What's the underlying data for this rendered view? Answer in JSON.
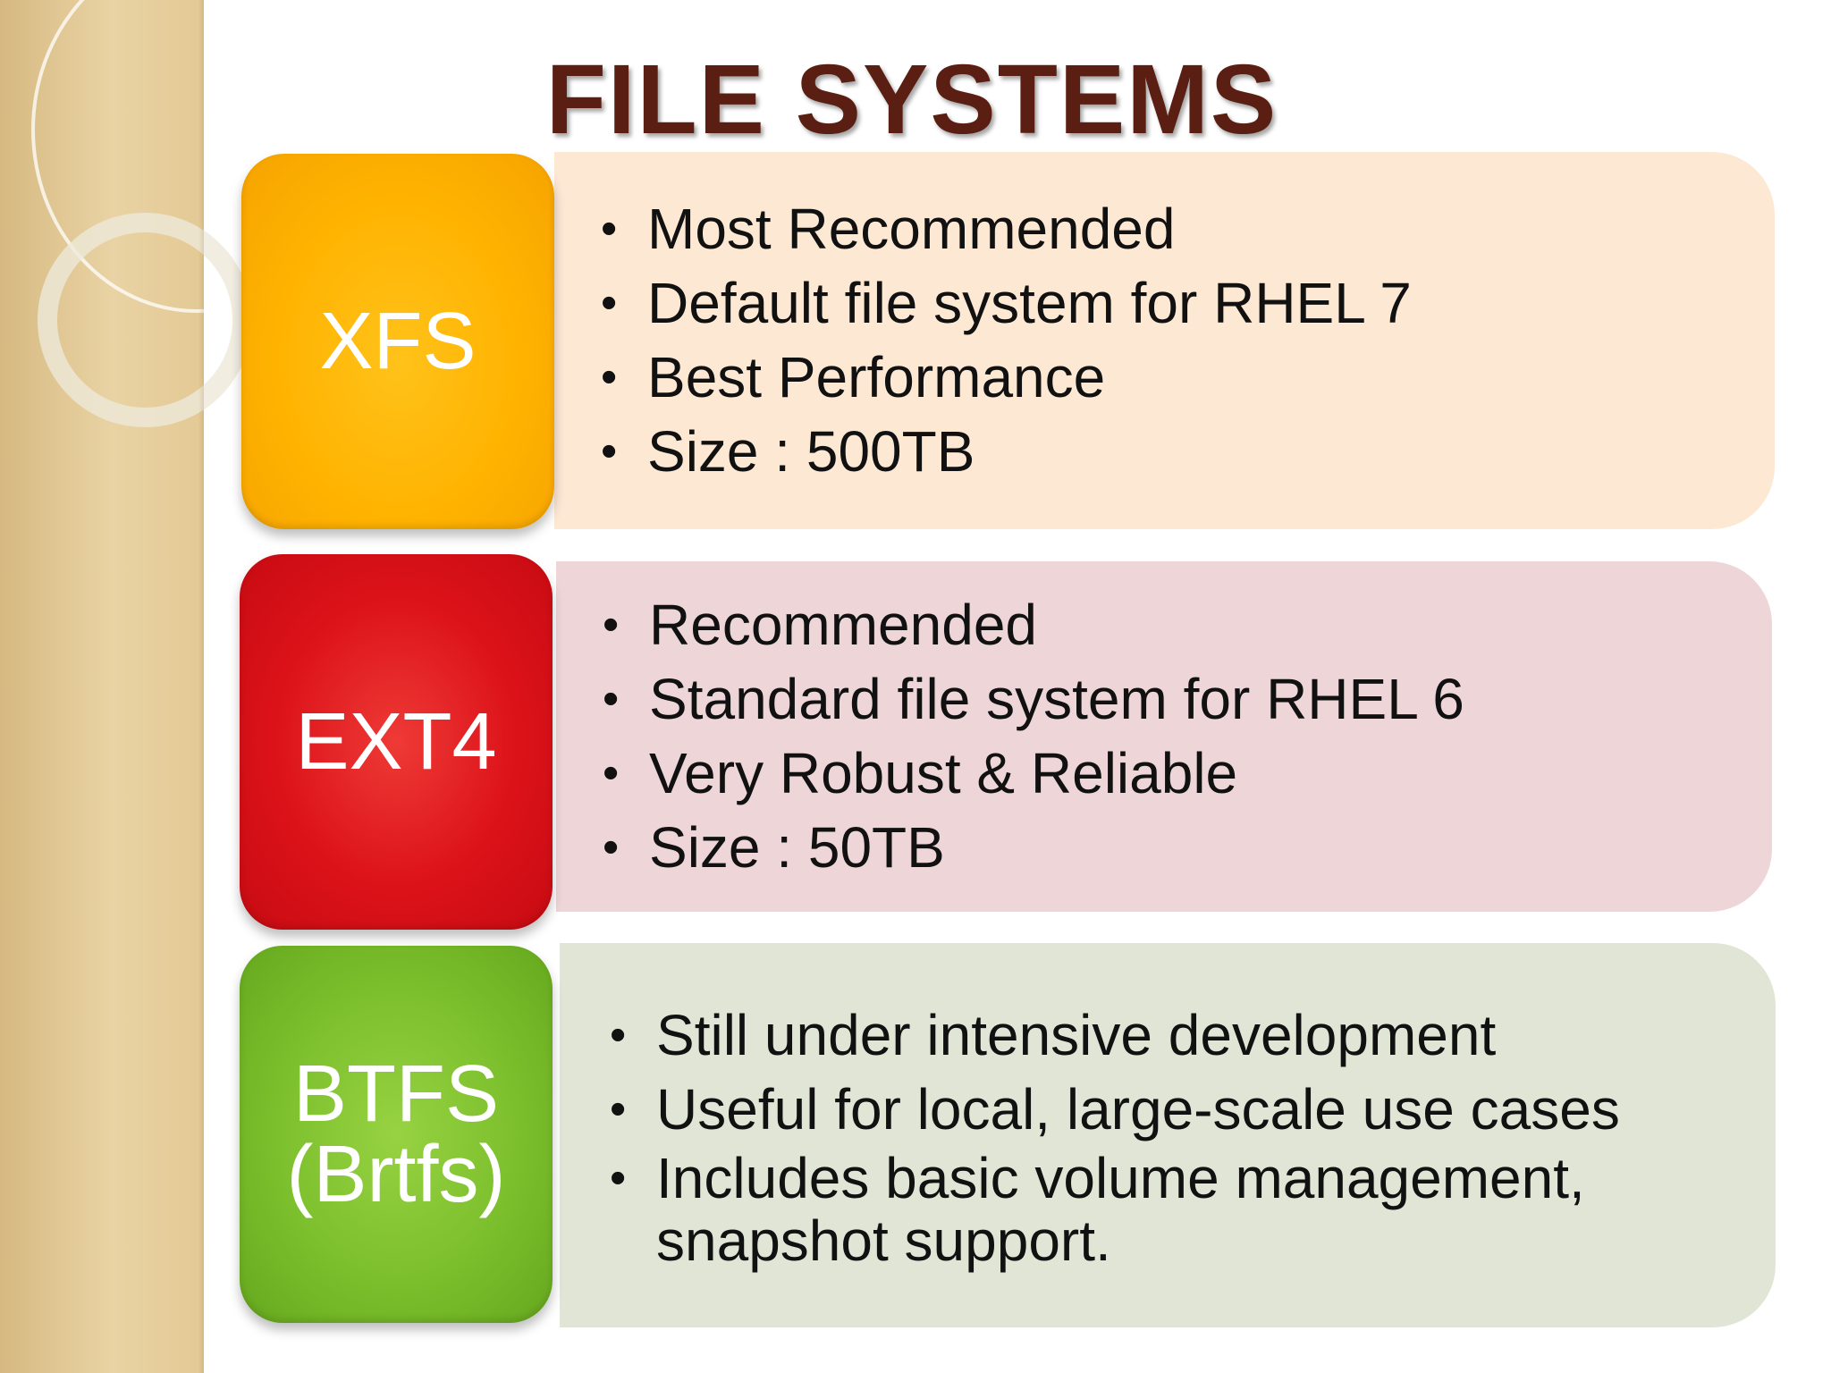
{
  "title": "FILE SYSTEMS",
  "colors": {
    "title": "#5a1f12",
    "xfs_box": "#ffb000",
    "ext4_box": "#d81018",
    "btfs_box": "#7cbf2c",
    "xfs_panel": "#fde8d4",
    "ext4_panel": "#edd5d8",
    "btfs_panel": "#e1e5d6"
  },
  "filesystems": [
    {
      "label": "XFS",
      "points": [
        "Most Recommended",
        "Default file system for RHEL 7",
        "Best Performance",
        "Size : 500TB"
      ]
    },
    {
      "label": "EXT4",
      "points": [
        "Recommended",
        "Standard file system for RHEL 6",
        "Very Robust & Reliable",
        "Size : 50TB"
      ]
    },
    {
      "label": "BTFS\n(Brtfs)",
      "points": [
        "Still under intensive development",
        "Useful for local, large-scale use cases",
        "Includes basic volume management, snapshot support."
      ]
    }
  ]
}
